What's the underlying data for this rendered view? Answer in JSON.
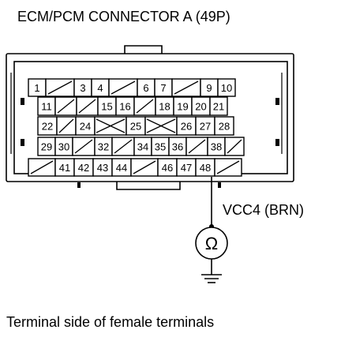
{
  "title": "ECM/PCM CONNECTOR A (49P)",
  "caption": "Terminal side of female terminals",
  "wire_label": "VCC4 (BRN)",
  "meter_symbol": "Ω",
  "probe_terminal": "47",
  "rows": [
    [
      {
        "t": "1"
      },
      {
        "t": "",
        "e": "slash"
      },
      {
        "t": "3"
      },
      {
        "t": "4"
      },
      {
        "t": "",
        "e": "slash"
      },
      {
        "t": "6"
      },
      {
        "t": "7"
      },
      {
        "t": "",
        "e": "slash"
      },
      {
        "t": "9"
      },
      {
        "t": "10"
      }
    ],
    [
      {
        "t": "11"
      },
      {
        "t": "",
        "e": "slash"
      },
      {
        "t": "",
        "e": "slash"
      },
      {
        "t": "15"
      },
      {
        "t": "16"
      },
      {
        "t": "",
        "e": "slash"
      },
      {
        "t": "18"
      },
      {
        "t": "19"
      },
      {
        "t": "20"
      },
      {
        "t": "21"
      }
    ],
    [
      {
        "t": "22"
      },
      {
        "t": "",
        "e": "slash"
      },
      {
        "t": "24"
      },
      {
        "t": "",
        "e": "xcell"
      },
      {
        "t": "25"
      },
      {
        "t": "",
        "e": "xcell"
      },
      {
        "t": "26"
      },
      {
        "t": "27"
      },
      {
        "t": "28"
      }
    ],
    [
      {
        "t": "29"
      },
      {
        "t": "30"
      },
      {
        "t": "",
        "e": "slash"
      },
      {
        "t": "32"
      },
      {
        "t": "",
        "e": "slash"
      },
      {
        "t": "34"
      },
      {
        "t": "35"
      },
      {
        "t": "36"
      },
      {
        "t": "",
        "e": "slash"
      },
      {
        "t": "38"
      },
      {
        "t": "",
        "e": "slash"
      }
    ],
    [
      {
        "t": "",
        "e": "slash"
      },
      {
        "t": "41"
      },
      {
        "t": "42"
      },
      {
        "t": "43"
      },
      {
        "t": "44"
      },
      {
        "t": "",
        "e": "slash"
      },
      {
        "t": "46"
      },
      {
        "t": "47"
      },
      {
        "t": "48"
      },
      {
        "t": "",
        "e": "slash"
      }
    ]
  ]
}
